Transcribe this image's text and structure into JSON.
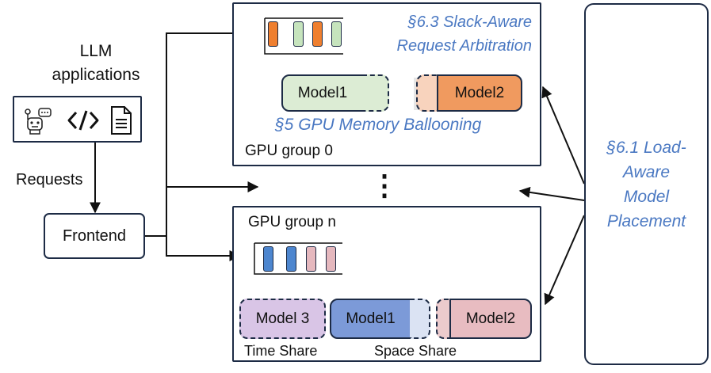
{
  "apps": {
    "title_line1": "LLM",
    "title_line2": "applications"
  },
  "icons": [
    "robot-icon",
    "code-icon",
    "document-icon"
  ],
  "requests_label": "Requests",
  "frontend_label": "Frontend",
  "ellipsis": "⋮",
  "group0": {
    "label": "GPU group 0",
    "arbitration_line1": "§6.3 Slack-Aware",
    "arbitration_line2": "Request Arbitration",
    "ballooning": "§5 GPU Memory Ballooning",
    "model_a": "Model1",
    "model_b": "Model2",
    "queue_colors": [
      "#ef7f2f",
      "#c6e4bd",
      "#ef7f2f",
      "#c6e4bd"
    ]
  },
  "groupn": {
    "label": "GPU group n",
    "model_a": "Model 3",
    "model_b": "Model1",
    "model_c": "Model2",
    "time_share": "Time Share",
    "space_share": "Space Share",
    "queue_colors": [
      "#4d86cf",
      "#4d86cf",
      "#e5b8be",
      "#e5b8be"
    ]
  },
  "placement": {
    "line1": "§6.1 Load-",
    "line2": "Aware",
    "line3": "Model",
    "line4": "Placement"
  },
  "colors": {
    "accent_text": "#4a78c2",
    "border": "#1d2b45"
  }
}
